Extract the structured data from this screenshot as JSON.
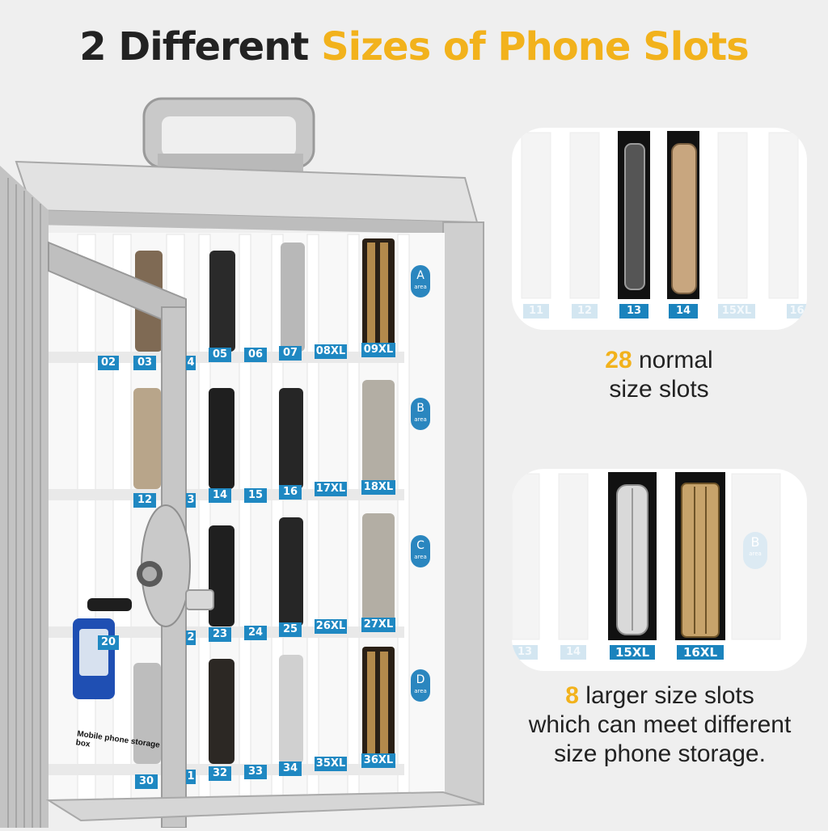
{
  "headline": {
    "part1": "2 Different ",
    "part2": "Sizes of Phone Slots"
  },
  "caption_normal": {
    "number": "28",
    "line1_rest": " normal",
    "line2": "size slots"
  },
  "caption_large": {
    "number": "8",
    "line1_rest": " larger size slots",
    "line2": "which can meet different",
    "line3": "size phone storage."
  },
  "normal_closeup": {
    "labels": [
      "11",
      "12",
      "13",
      "14",
      "15XL",
      "16"
    ]
  },
  "large_closeup": {
    "labels": [
      "13",
      "14",
      "15XL",
      "16XL"
    ],
    "area_badge": {
      "letter": "B",
      "sub": "area"
    }
  },
  "cabinet": {
    "row_labels": [
      [
        "02",
        "03",
        "4",
        "05",
        "06",
        "07",
        "08XL",
        "09XL"
      ],
      [
        "12",
        "3",
        "14",
        "15",
        "16",
        "17XL",
        "18XL"
      ],
      [
        "20",
        "2",
        "23",
        "24",
        "25",
        "26XL",
        "27XL"
      ],
      [
        "30",
        "1",
        "32",
        "33",
        "34",
        "35XL",
        "36XL"
      ]
    ],
    "areas": [
      {
        "letter": "A",
        "sub": "area"
      },
      {
        "letter": "B",
        "sub": "area"
      },
      {
        "letter": "C",
        "sub": "area"
      },
      {
        "letter": "D",
        "sub": "area"
      }
    ],
    "sticker_text": "Mobile phone storage box"
  },
  "colors": {
    "accent": "#f2b21c",
    "label_blue": "#1f88c2",
    "text_dark": "#222222"
  }
}
